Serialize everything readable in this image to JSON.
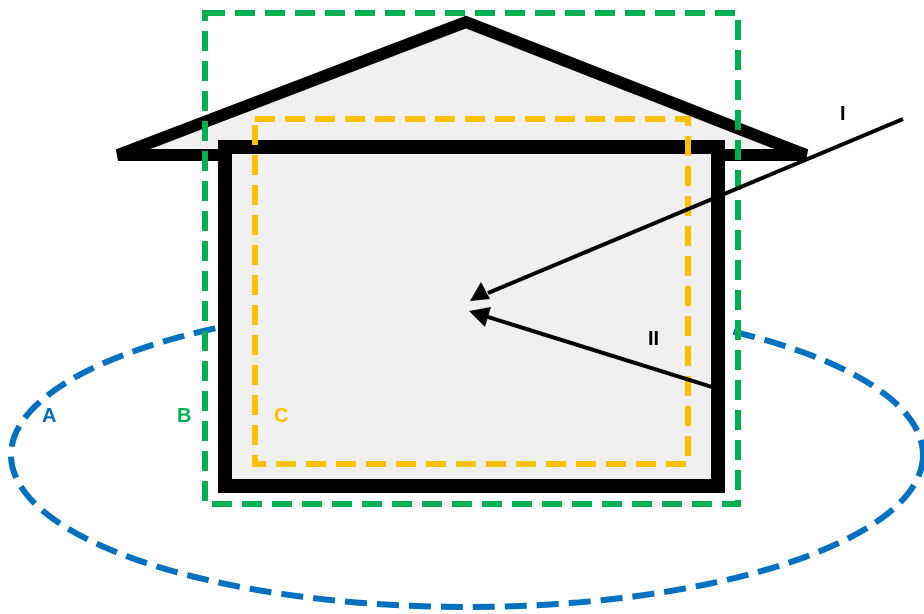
{
  "colors": {
    "background": "#ffffff",
    "house_fill": "#f0f0f0",
    "house_stroke": "#000000",
    "arrow": "#000000",
    "zone_a": "#0070c0",
    "zone_b": "#00b050",
    "zone_c": "#ffc000",
    "label_roman": "#000000"
  },
  "zones": {
    "a": {
      "label": "A"
    },
    "b": {
      "label": "B"
    },
    "c": {
      "label": "C"
    }
  },
  "arrows": {
    "i": {
      "label": "I"
    },
    "ii": {
      "label": "II"
    }
  }
}
